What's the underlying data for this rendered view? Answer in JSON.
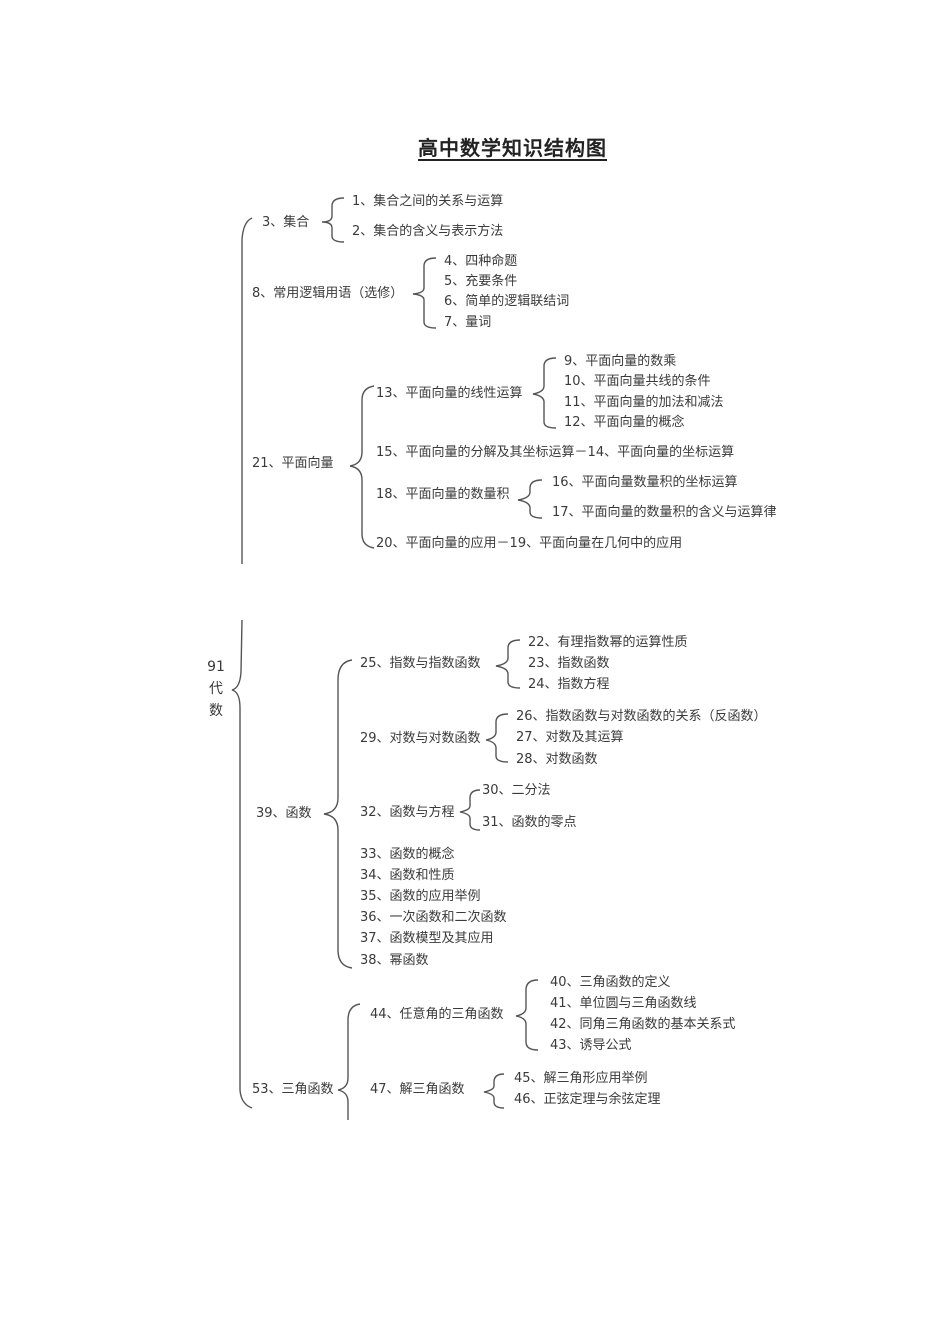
{
  "title": "高中数学知识结构图",
  "root": {
    "label_number": "91",
    "label_chars": [
      "代",
      "数"
    ]
  },
  "nodes": {
    "n3": "3、集合",
    "n1": "1、集合之间的关系与运算",
    "n2": "2、集合的含义与表示方法",
    "n8": "8、常用逻辑用语（选修）",
    "n4": "4、四种命题",
    "n5": "5、充要条件",
    "n6": "6、简单的逻辑联结词",
    "n7": "7、量词",
    "n21": "21、平面向量",
    "n13": "13、平面向量的线性运算",
    "n9": "9、平面向量的数乘",
    "n10": "10、平面向量共线的条件",
    "n11": "11、平面向量的加法和减法",
    "n12": "12、平面向量的概念",
    "n15": "15、平面向量的分解及其坐标运算－14、平面向量的坐标运算",
    "n18": "18、平面向量的数量积",
    "n16": "16、平面向量数量积的坐标运算",
    "n17": "17、平面向量的数量积的含义与运算律",
    "n20": "20、平面向量的应用－19、平面向量在几何中的应用",
    "n39": "39、函数",
    "n25": "25、指数与指数函数",
    "n22": "22、有理指数幂的运算性质",
    "n23": "23、指数函数",
    "n24": "24、指数方程",
    "n29": "29、对数与对数函数",
    "n26": "26、指数函数与对数函数的关系（反函数）",
    "n27": "27、对数及其运算",
    "n28": "28、对数函数",
    "n32": "32、函数与方程",
    "n30": "30、二分法",
    "n31": "31、函数的零点",
    "n33": "33、函数的概念",
    "n34": "34、函数和性质",
    "n35": "35、函数的应用举例",
    "n36": "36、一次函数和二次函数",
    "n37": "37、函数模型及其应用",
    "n38": "38、幂函数",
    "n53": "53、三角函数",
    "n44": "44、任意角的三角函数",
    "n40": "40、三角函数的定义",
    "n41": "41、单位圆与三角函数线",
    "n42": "42、同角三角函数的基本关系式",
    "n43": "43、诱导公式",
    "n47": "47、解三角函数",
    "n45": "45、解三角形应用举例",
    "n46": "46、正弦定理与余弦定理"
  }
}
